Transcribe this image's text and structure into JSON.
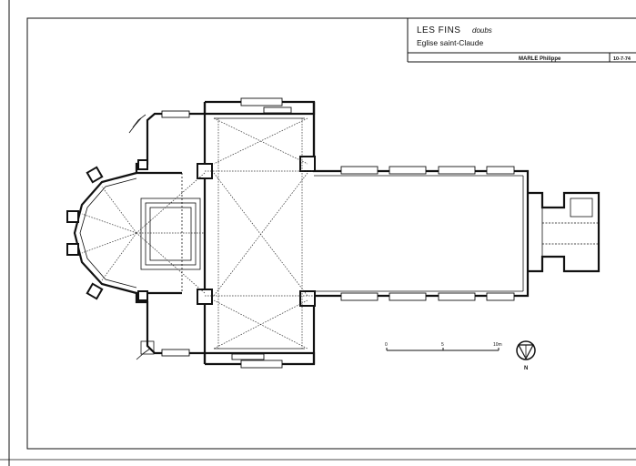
{
  "title_block": {
    "town": "LES FINS",
    "department": "doubs",
    "building": "Eglise saint-Claude",
    "author": "MARLE Philippe",
    "date": "10-7-74"
  },
  "scale_bar": {
    "labels": [
      "0",
      "5",
      "10m"
    ]
  },
  "north_arrow": {
    "label": "N"
  },
  "colors": {
    "ink": "#111111",
    "paper": "#ffffff"
  }
}
